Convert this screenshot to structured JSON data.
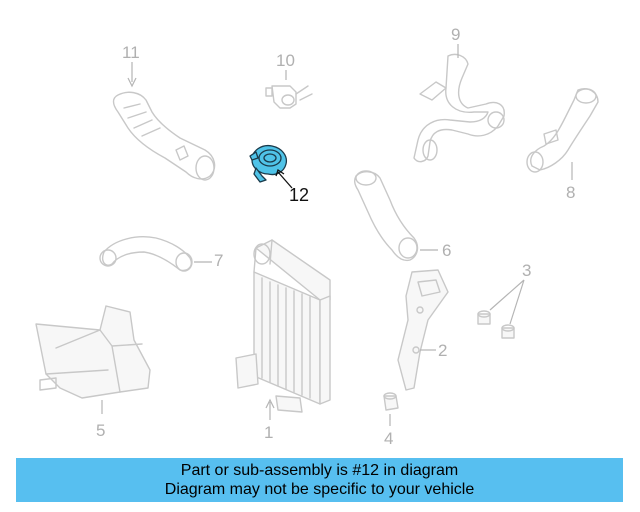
{
  "callouts": [
    "1",
    "2",
    "3",
    "4",
    "5",
    "6",
    "7",
    "8",
    "9",
    "10",
    "11"
  ],
  "highlighted_callout": "12",
  "highlight_color": "#4fc3e8",
  "banner": {
    "line1": "Part or sub-assembly is #12 in diagram",
    "line2": "Diagram may not be specific to your vehicle",
    "background": "#57bff0"
  }
}
